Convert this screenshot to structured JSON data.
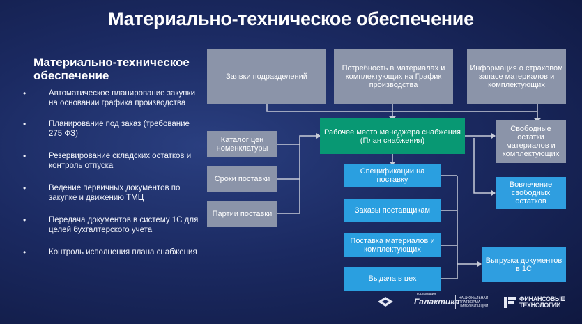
{
  "slide": {
    "title": "Материально-техническое обеспечение",
    "side_heading": "Материально-техническое обеспечение",
    "bullets": [
      "Автоматическое планирование закупки на основании графика производства",
      "Планирование под заказ (требование 275 ФЗ)",
      "Резервирование складских остатков и контроль отпуска",
      "Ведение первичных документов по закупке и движению ТМЦ",
      "Передача документов в систему 1С для целей бухгалтерского учета",
      "Контроль исполнения плана снабжения"
    ]
  },
  "diagram": {
    "top": {
      "requests": "Заявки подразделений",
      "needs": "Потребность в материалах и комплектующих на График производства",
      "safety": "Информация о страховом запасе материалов и комплектующих"
    },
    "left": {
      "catalog": "Каталог цен номенклатуры",
      "terms": "Сроки поставки",
      "batches": "Партии поставки"
    },
    "center": "Рабочее место менеджера снабжения (План снабжения)",
    "steps": {
      "specs": "Спецификации на поставку",
      "orders": "Заказы поставщикам",
      "supply": "Поставка материалов и комплектующих",
      "issue": "Выдача в цех"
    },
    "right": {
      "free": "Свободные остатки материалов и комплектующих",
      "involve": "Вовлечение свободных остатков",
      "export": "Выгрузка документов в 1С"
    }
  },
  "logos": {
    "galaktika": "Галактика",
    "galaktika_small": "корпорация",
    "galaktika_side": "НАЦИОНАЛЬНАЯ ПЛАТФОРМА ЦИФРОВИЗАЦИИ",
    "fin": "ФИНАНСОВЫЕ ТЕХНОЛОГИИ"
  },
  "colors": {
    "gray_box": "#8b94a9",
    "green_box": "#089873",
    "blue_box": "#2a9fe0",
    "connector": "#c8ccd8"
  }
}
